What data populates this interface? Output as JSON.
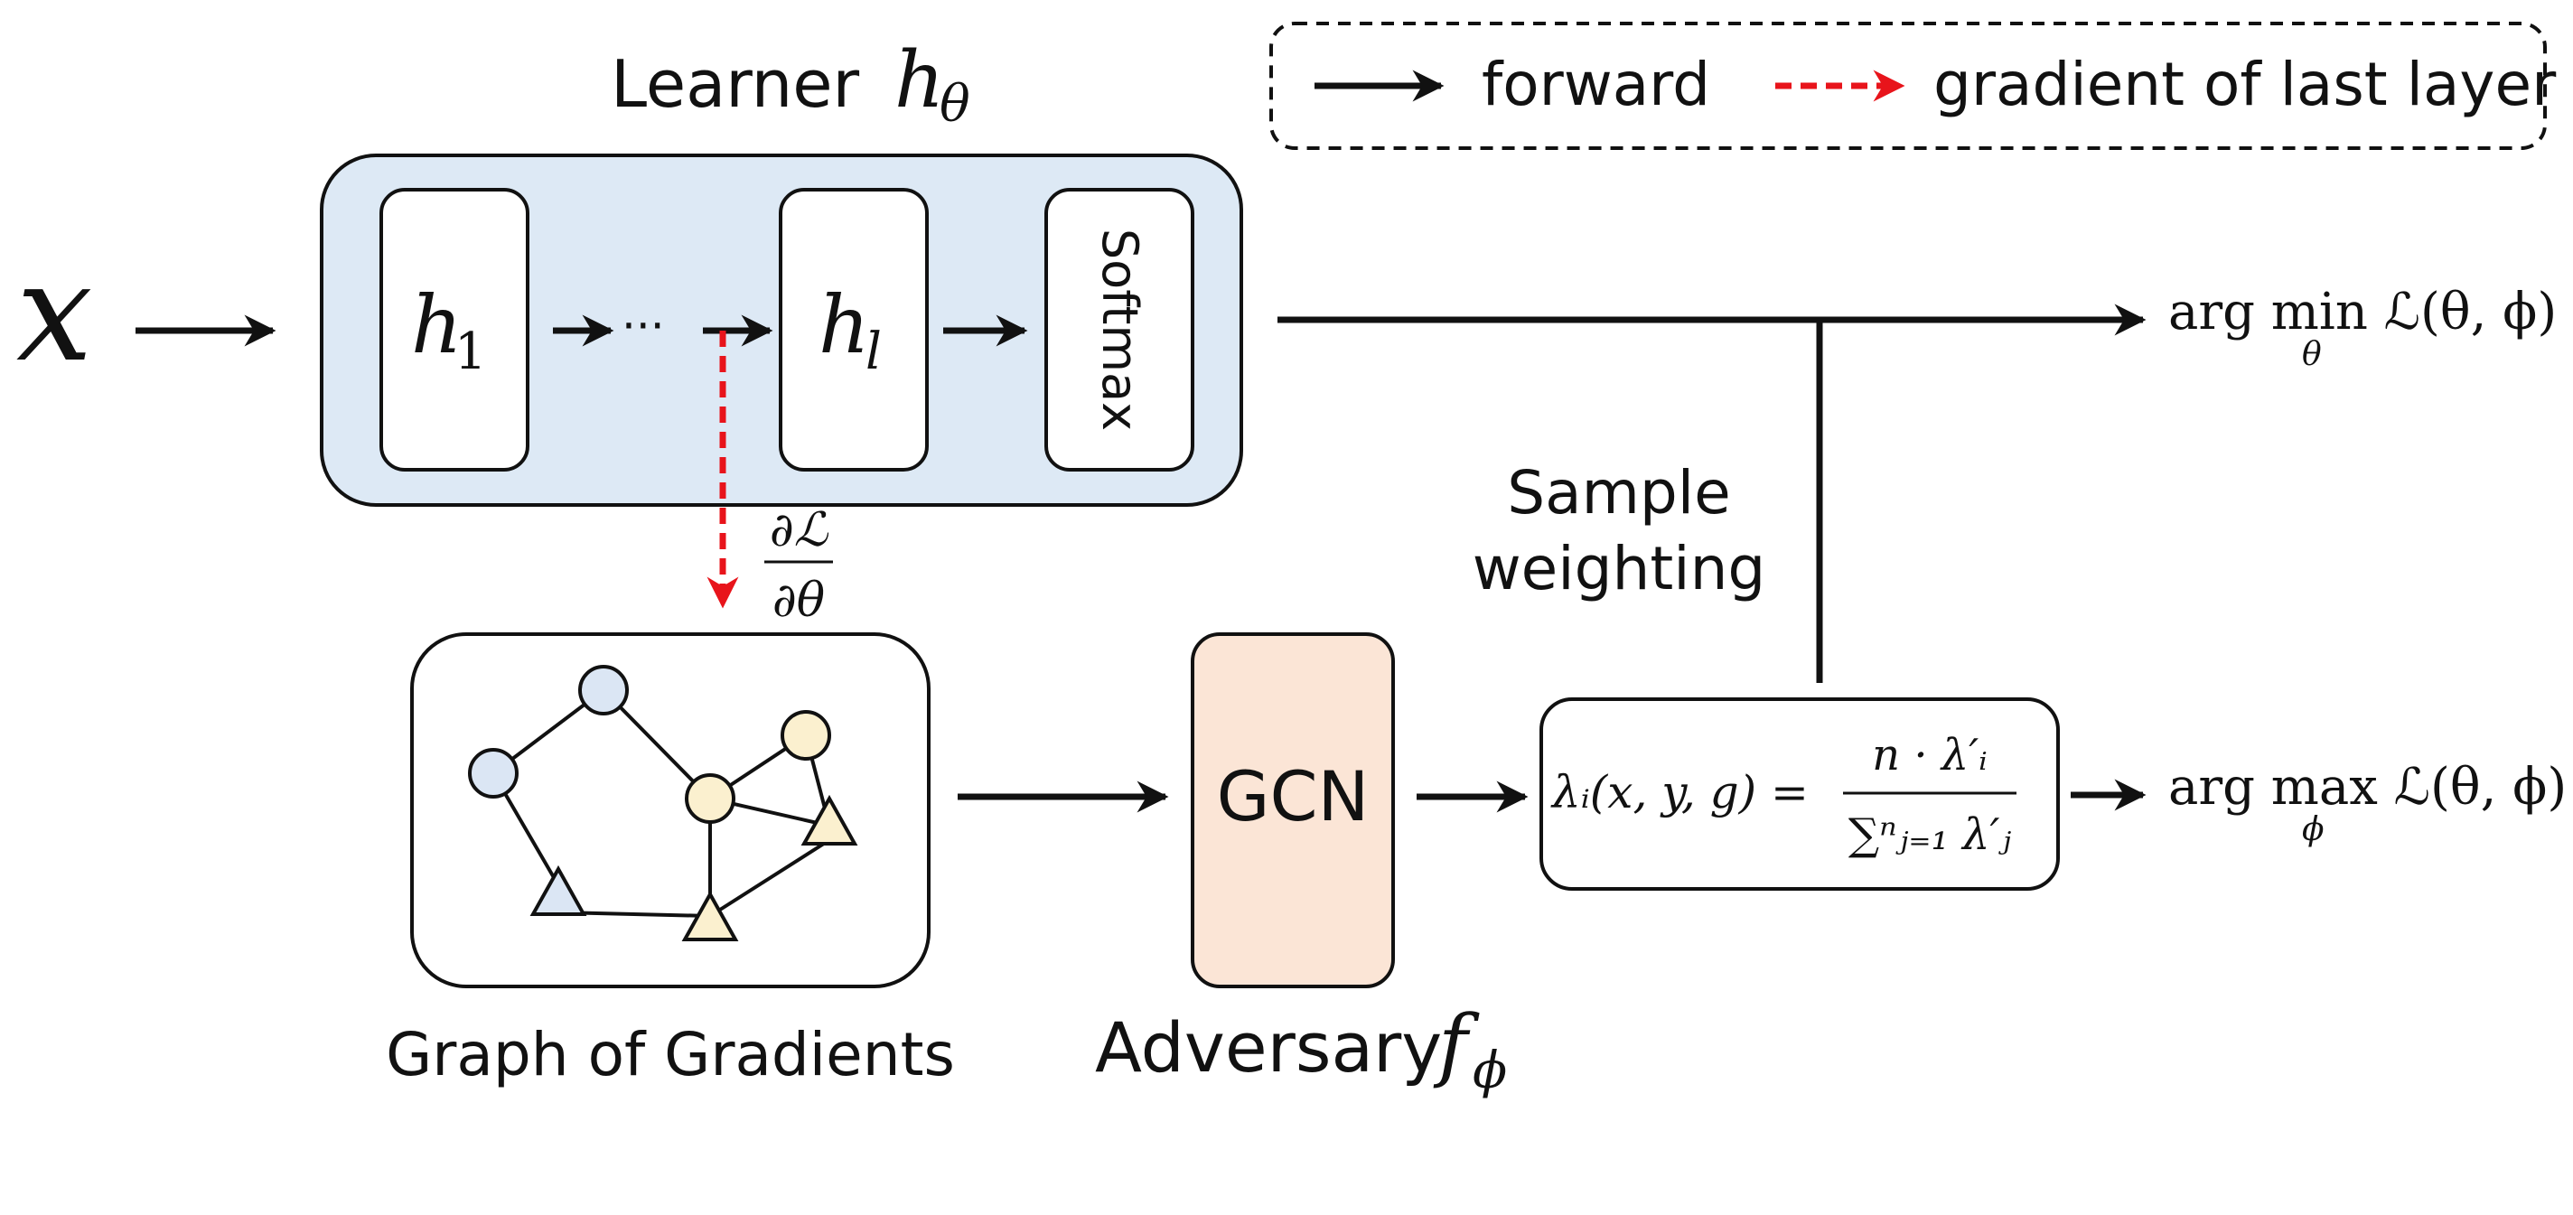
{
  "legend": {
    "forward_label": "forward",
    "gradient_label": "gradient of last layer"
  },
  "learner": {
    "title_text": "Learner",
    "title_symbol": "h",
    "title_sub": "θ",
    "layer_first": "h",
    "layer_first_sub": "1",
    "dots": "···",
    "layer_last": "h",
    "layer_last_sub": "l",
    "softmax": "Softmax"
  },
  "input_symbol": "x",
  "gradient_label": {
    "numerator": "∂ℒ",
    "denominator": "∂θ"
  },
  "graph_caption": "Graph of Gradients",
  "gcn_label": "GCN",
  "adversary": {
    "text": "Adversary",
    "symbol": "f",
    "sub": "ϕ"
  },
  "sample_weighting": {
    "line1": "Sample",
    "line2": "weighting"
  },
  "formula": {
    "lhs": "λᵢ(x, y, g) =",
    "numerator": "n · λ′ᵢ",
    "denominator": "∑ⁿⱼ₌₁ λ′ⱼ"
  },
  "objective_min": {
    "text": "arg min ℒ(θ, ϕ)",
    "sub": "θ"
  },
  "objective_max": {
    "text": "arg max ℒ(θ, ϕ)",
    "sub": "ϕ"
  },
  "colors": {
    "learner_fill": "#dde9f5",
    "gcn_fill": "#fbe5d6",
    "gradient_arrow": "#e8141b",
    "node_blue": "#dbe6f4",
    "node_yellow": "#fbf0cf"
  }
}
